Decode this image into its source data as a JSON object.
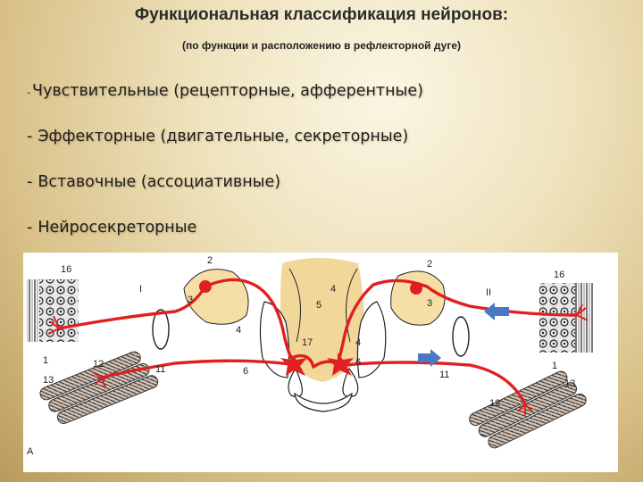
{
  "page": {
    "title": "Функциональная классификация нейронов:",
    "subtitle": "(по функции и расположению в рефлекторной дуге)"
  },
  "list": [
    {
      "dash": "-",
      "text": "Чувствительные (рецепторные, афферентные)"
    },
    {
      "dash": "-",
      "text": "Эффекторные (двигательные, секреторные)"
    },
    {
      "dash": "-",
      "text": "Вставочные (ассоциативные)"
    },
    {
      "dash": "-",
      "text": "Нейросекреторные"
    }
  ],
  "figure": {
    "labels": {
      "l16a": "16",
      "l16b": "16",
      "l2a": "2",
      "l2b": "2",
      "l3a": "3",
      "l3b": "3",
      "lIa": "I",
      "lIIb": "II",
      "l4a": "4",
      "l4b": "4",
      "l4c": "4",
      "l5": "5",
      "l17": "17",
      "l6a": "6",
      "l6b": "6",
      "l1a": "1",
      "l1b": "1",
      "l13a": "13",
      "l13b": "13",
      "l12a": "12",
      "l12b": "12",
      "l11a": "11",
      "l11b": "11",
      "lA": "A"
    },
    "colors": {
      "nerve": "#e02020",
      "ganglion": "#f6dfa6",
      "grey_matter": "#f2d79a",
      "arrow": "#4a78c4"
    }
  }
}
